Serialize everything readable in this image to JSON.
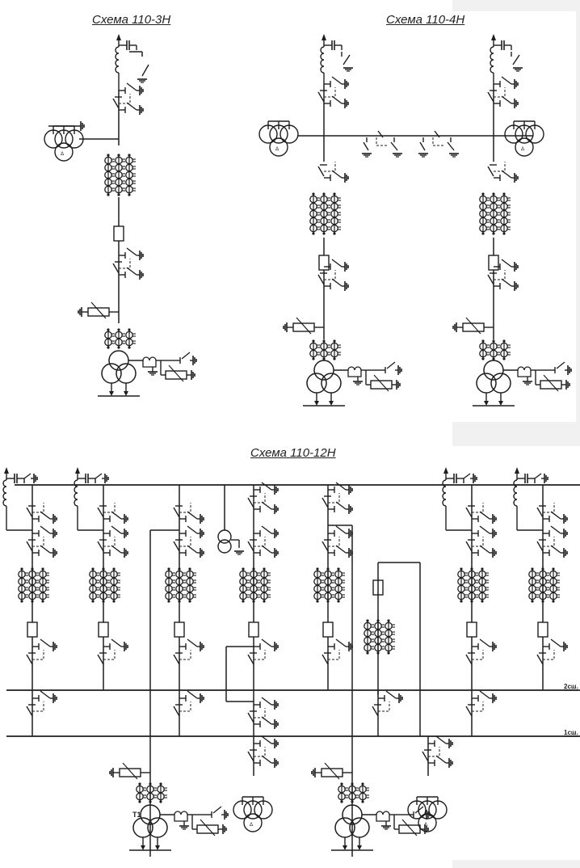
{
  "schemes": [
    {
      "id": "110-3N",
      "title": "Схема 110-3Н"
    },
    {
      "id": "110-4N",
      "title": "Схема 110-4Н"
    },
    {
      "id": "110-12N",
      "title": "Схема 110-12Н"
    }
  ],
  "bus_labels": {
    "bus2": "2сш.",
    "bus1": "1сш."
  },
  "transformer_label": "T1",
  "colors": {
    "line": "#1e1e1e",
    "background": "#ffffff",
    "shade": "#f1f1f1"
  },
  "symbols": [
    "line-arrow-icon",
    "coupling-capacitor-icon",
    "reactor-coil-icon",
    "disconnector-icon",
    "earthing-switch-icon",
    "ground-icon",
    "current-transformer-icon",
    "circuit-breaker-icon",
    "surge-arrester-icon",
    "power-transformer-icon",
    "voltage-transformer-icon"
  ]
}
